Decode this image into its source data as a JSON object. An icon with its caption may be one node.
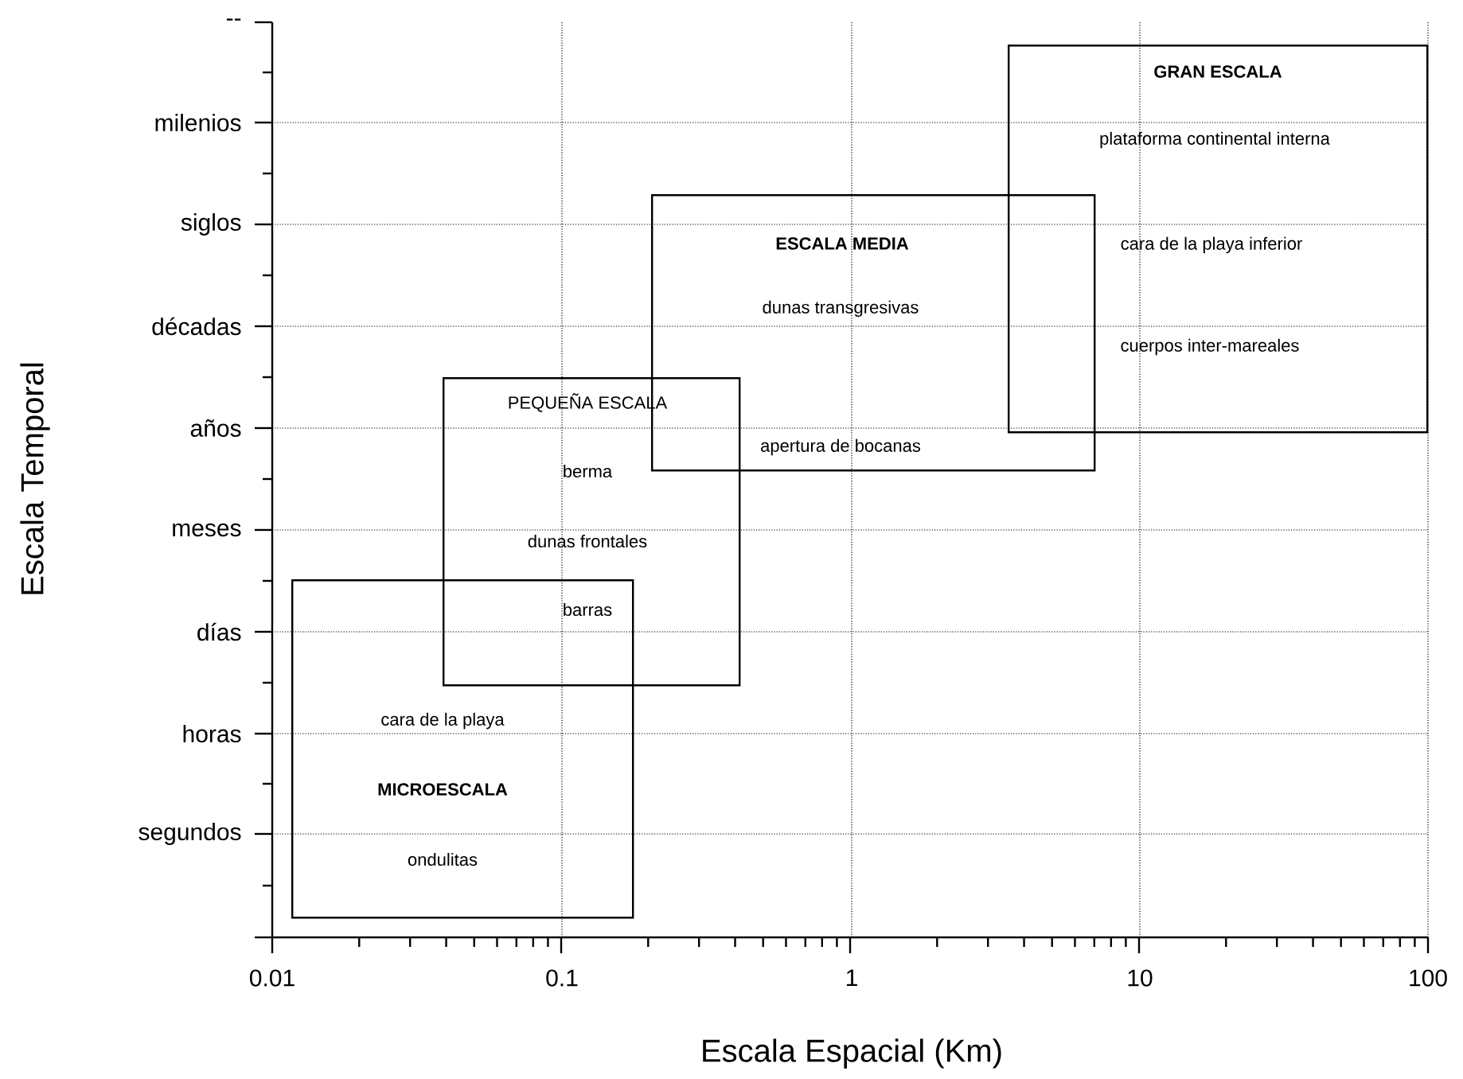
{
  "diagram": {
    "nodes": [
      {
        "text": [
          "GRAN ESCALA",
          "plataforma continental interna",
          "cara de la playa inferior",
          "cuerpos inter-mareales"
        ]
      },
      {
        "text": [
          "ESCALA MEDIA",
          "dunas transgresivas",
          "apertura de bocanas"
        ]
      },
      {
        "text": [
          "PEQUEÑA ESCALA",
          "berma",
          "dunas frontales",
          "barras"
        ]
      },
      {
        "text": [
          "cara de la playa",
          "MICROESCALA",
          "ondulitas"
        ]
      }
    ],
    "labels": [
      "--",
      "milenios",
      "siglos",
      "décadas",
      "años",
      "meses",
      "días",
      "horas",
      "segundos",
      "0.01",
      "0.1",
      "1",
      "10",
      "100",
      "Escala Espacial (Km)",
      "Escala Temporal"
    ]
  }
}
